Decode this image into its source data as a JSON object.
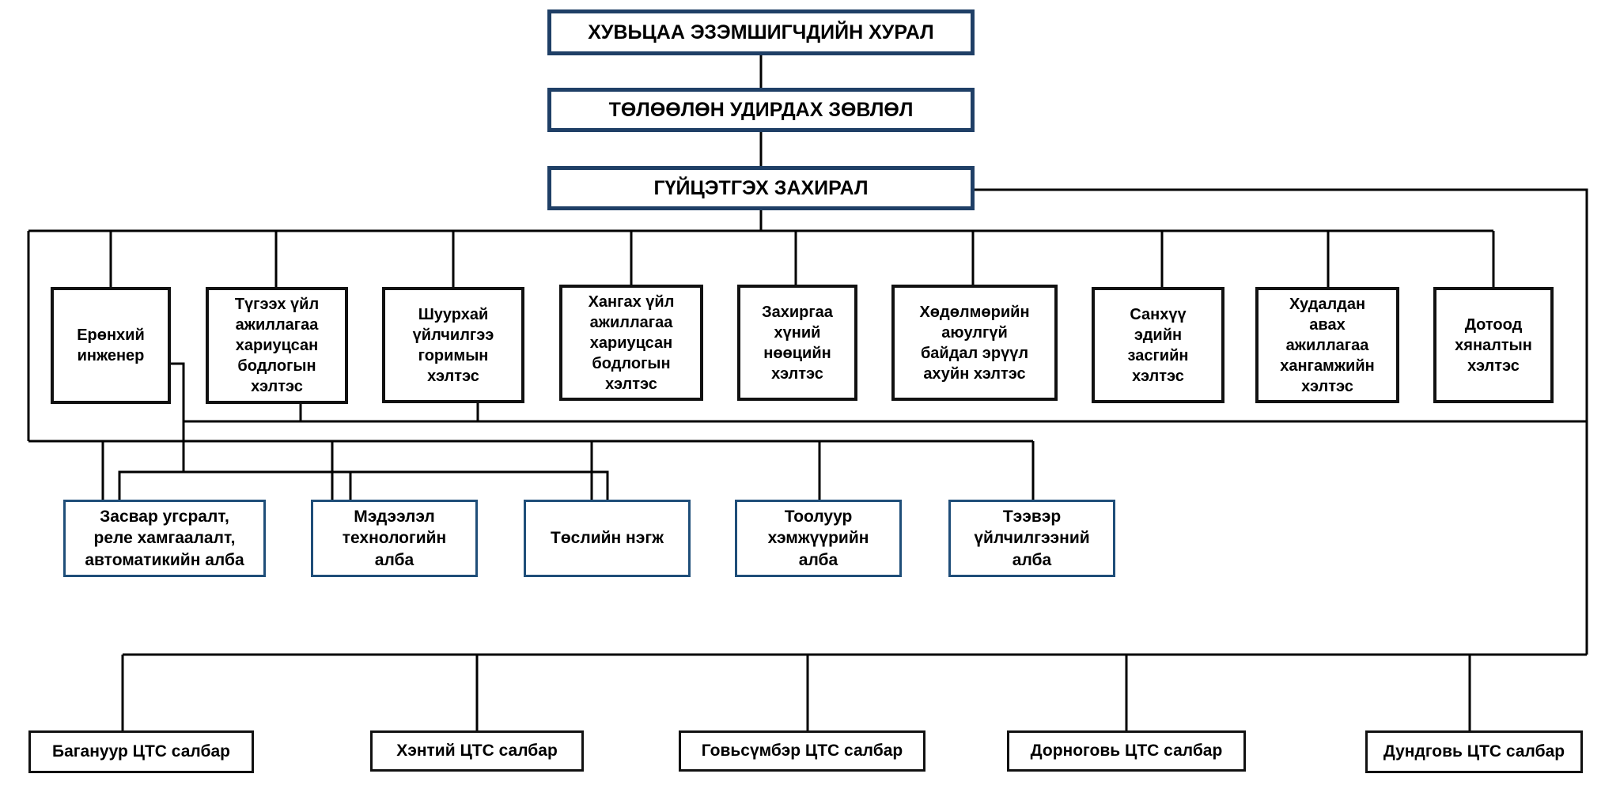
{
  "top": {
    "shareholders": "ХУВЬЦАА ЭЗЭМШИГЧДИЙН ХУРАЛ",
    "board": "ТӨЛӨӨЛӨН УДИРДАХ ЗӨВЛӨЛ",
    "ceo": "ГҮЙЦЭТГЭХ ЗАХИРАЛ"
  },
  "departments": [
    "Ерөнхий\nинженер",
    "Түгээх үйл\nажиллагаа\nхариуцсан\nбодлогын\nхэлтэс",
    "Шуурхай\nүйлчилгээ\nгоримын\nхэлтэс",
    "Хангах үйл\nажиллагаа\nхариуцсан\nбодлогын\nхэлтэс",
    "Захиргаа\nхүний\nнөөцийн\nхэлтэс",
    "Хөдөлмөрийн\nаюулгүй\nбайдал эрүүл\nахуйн хэлтэс",
    "Санхүү\nэдийн\nзасгийн\nхэлтэс",
    "Худалдан\nавах\nажиллагаа\nхангамжийн\nхэлтэс",
    "Дотоод\nхяналтын\nхэлтэс"
  ],
  "units": [
    "Засвар угсралт,\nреле хамгаалалт,\nавтоматикийн алба",
    "Мэдээлэл\nтехнологийн\nалба",
    "Төслийн нэгж",
    "Тоолуур\nхэмжүүрийн\nалба",
    "Тээвэр\nүйлчилгээний\nалба"
  ],
  "branches": [
    "Багануур ЦТС салбар",
    "Хэнтий ЦТС салбар",
    "Говьсүмбэр ЦТС салбар",
    "Дорноговь ЦТС салбар",
    "Дундговь ЦТС салбар"
  ],
  "colors": {
    "top_border": "#1f3f66",
    "unit_border": "#1f4e79",
    "line": "#000000"
  }
}
